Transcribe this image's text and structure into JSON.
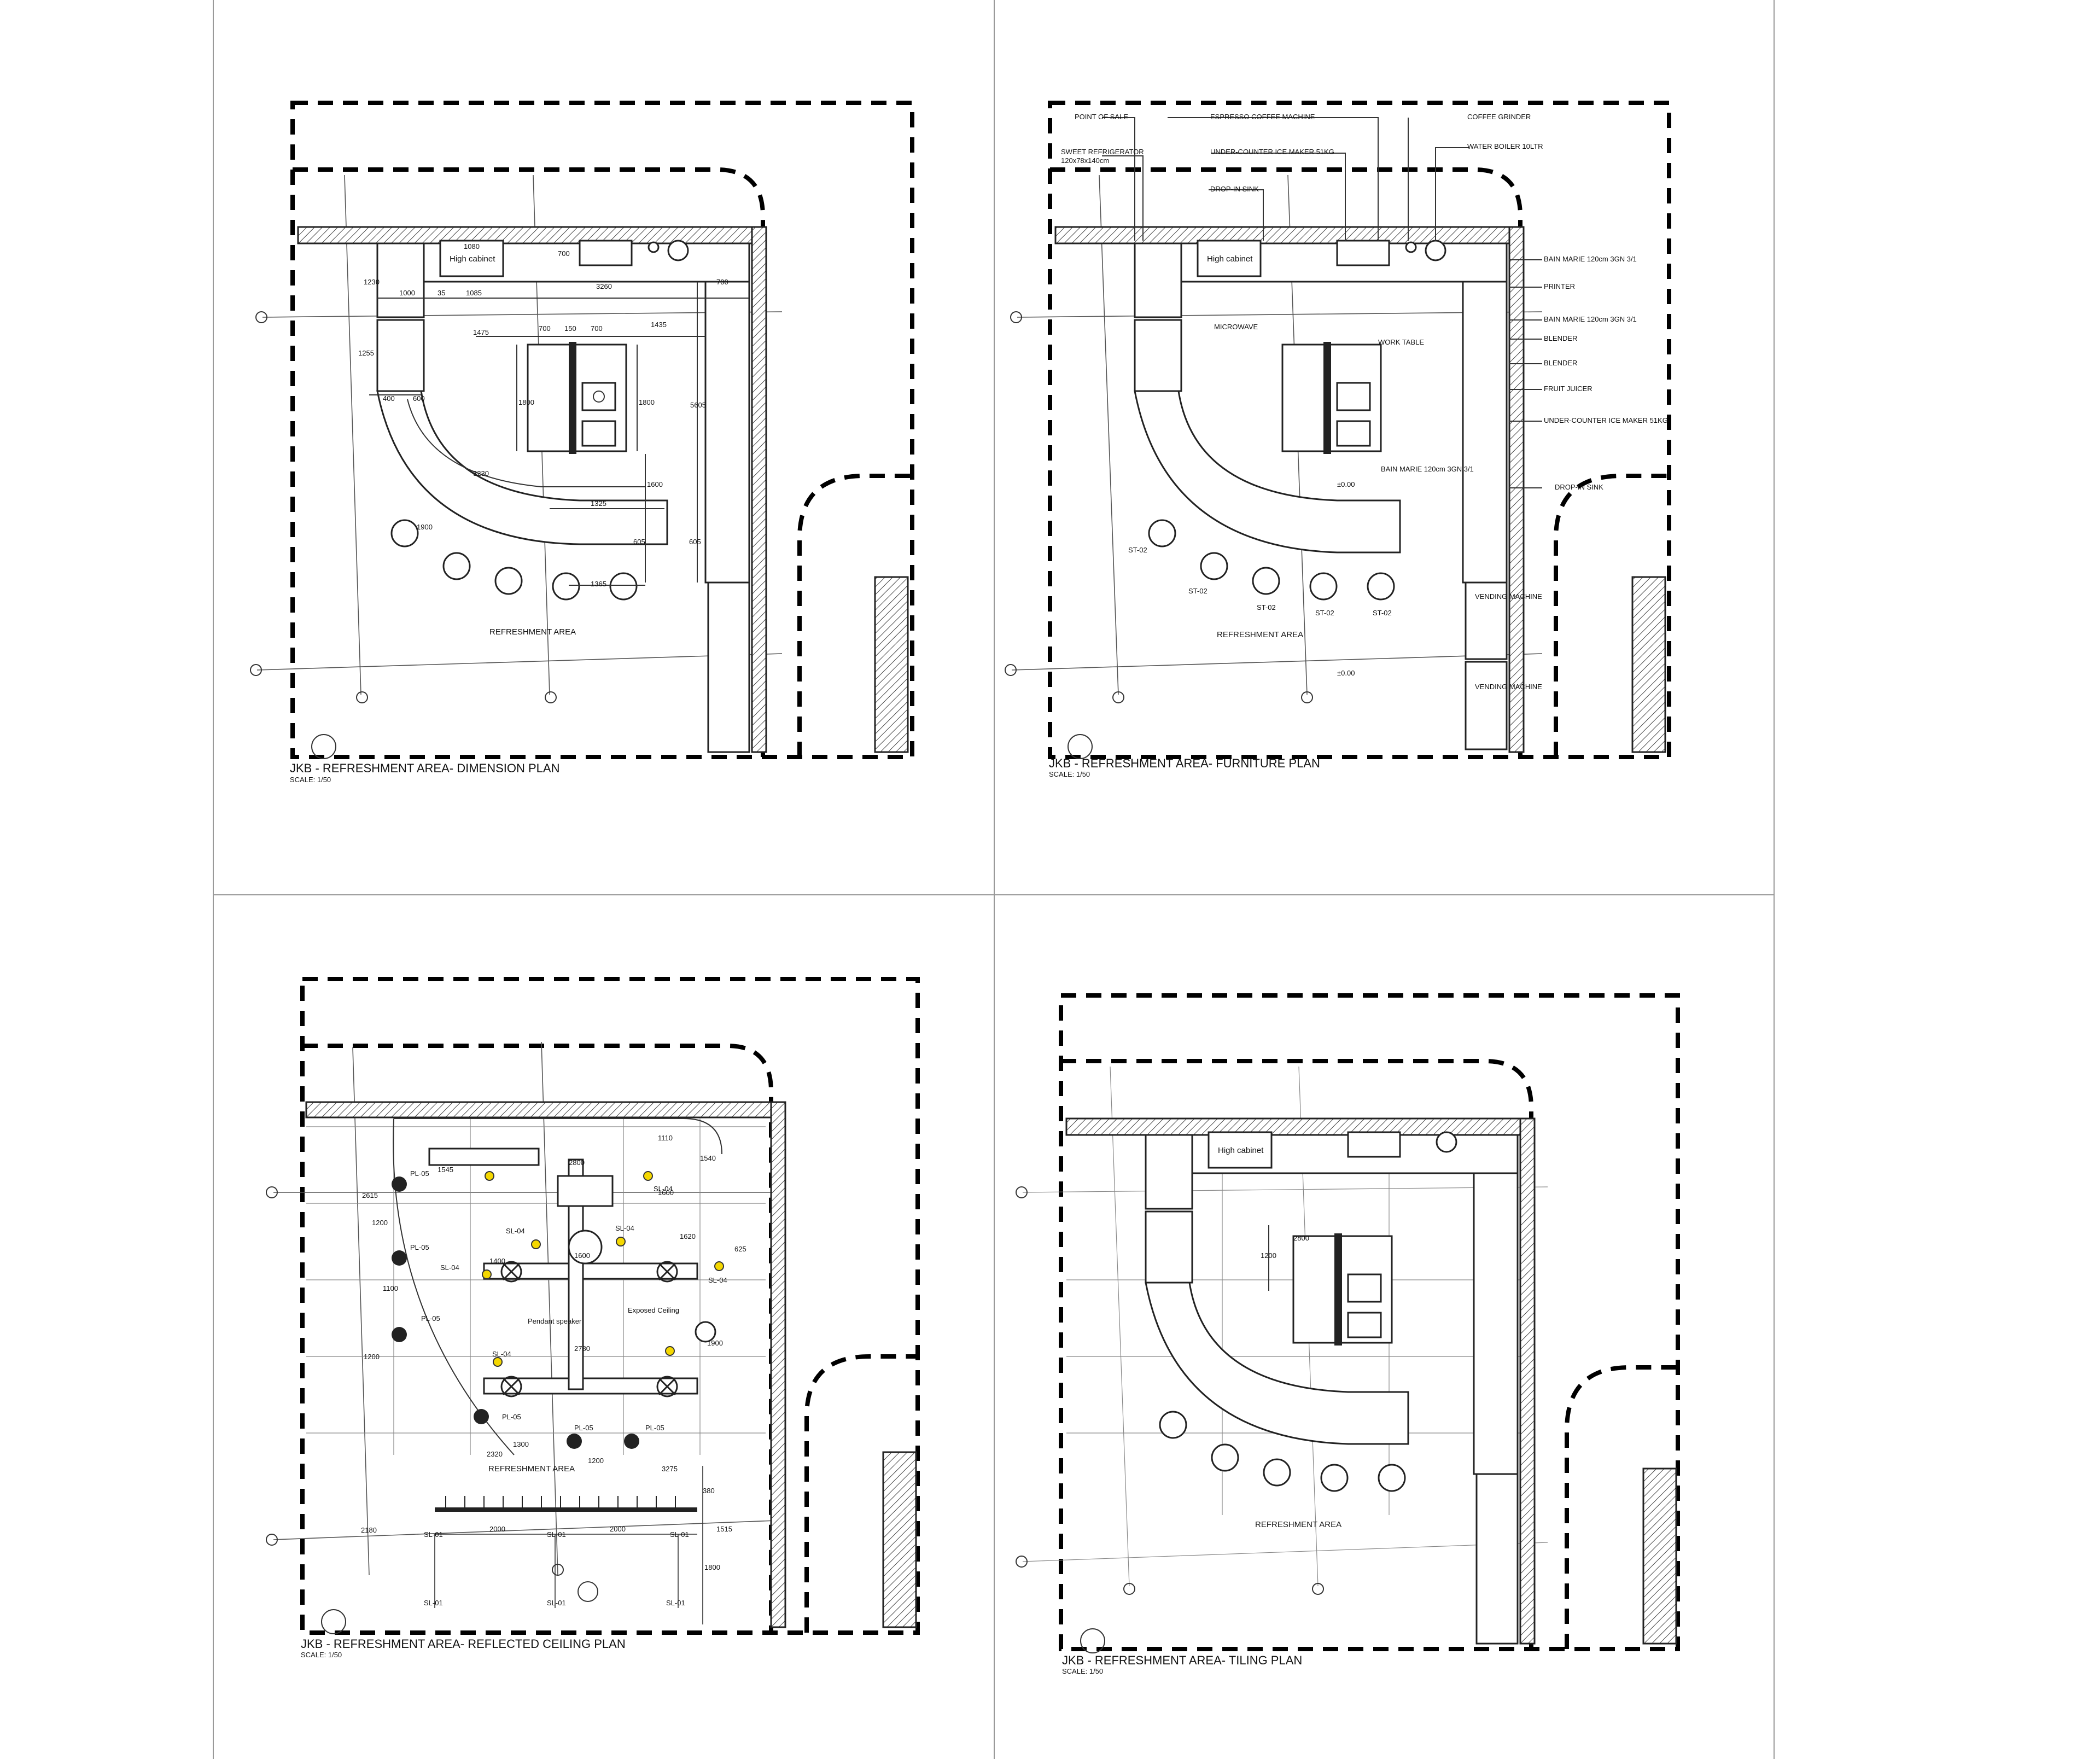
{
  "plans": {
    "dimension": {
      "title": "JKB - REFRESHMENT AREA- DIMENSION PLAN",
      "scale": "SCALE:   1/50",
      "area": "REFRESHMENT AREA",
      "high_cabinet": "High cabinet",
      "dims": [
        "1080",
        "700",
        "1230",
        "1000",
        "35",
        "1085",
        "3260",
        "700",
        "1475",
        "700",
        "150",
        "700",
        "1435",
        "1255",
        "400",
        "600",
        "1800",
        "1800",
        "5605",
        "3230",
        "1325",
        "1600",
        "605",
        "605",
        "1365",
        "1900"
      ]
    },
    "furniture": {
      "title": "JKB - REFRESHMENT AREA- FURNITURE PLAN",
      "scale": "SCALE:   1/50",
      "area": "REFRESHMENT AREA",
      "high_cabinet": "High cabinet",
      "labels": {
        "point_of_sale": "POINT OF SALE",
        "espresso": "ESPRESSO COFFEE MACHINE",
        "coffee_grinder": "COFFEE GRINDER",
        "sweet_fridge": "SWEET REFRIGERATOR",
        "sweet_fridge_size": "120x78x140cm",
        "ice_maker_top": "UNDER-COUNTER ICE MAKER 51KG",
        "water_boiler": "WATER BOILER 10LTR",
        "drop_in_sink": "DROP-IN SINK",
        "bain_marie_1": "BAIN MARIE 120cm 3GN 3/1",
        "printer": "PRINTER",
        "bain_marie_2": "BAIN MARIE 120cm 3GN 3/1",
        "blender_1": "BLENDER",
        "blender_2": "BLENDER",
        "fruit_juicer": "FRUIT JUICER",
        "ice_maker_right": "UNDER-COUNTER ICE MAKER 51KG",
        "drop_in_sink_right": "DROP-IN SINK",
        "microwave": "MICROWAVE",
        "work_table": "WORK TABLE",
        "bain_marie_3": "BAIN MARIE 120cm 3GN 3/1",
        "level_1": "±0.00",
        "level_2": "±0.00",
        "vending_1": "VENDING MACHINE",
        "vending_2": "VENDING MACHINE",
        "stool": "ST-02"
      }
    },
    "ceiling": {
      "title": "JKB - REFRESHMENT AREA- REFLECTED CEILING PLAN",
      "scale": "SCALE:   1/50",
      "area": "REFRESHMENT AREA",
      "labels": {
        "exposed_ceiling": "Exposed Ceiling",
        "pendant_speaker": "Pendant speaker",
        "pl05": "PL-05",
        "sl04": "SL-04",
        "sl01": "SL-01"
      },
      "dims": [
        "2800",
        "1545",
        "1540",
        "1110",
        "2615",
        "1200",
        "1600",
        "1400",
        "1600",
        "1620",
        "625",
        "1900",
        "2780",
        "1300",
        "2320",
        "1200",
        "3275",
        "2180",
        "2000",
        "2000",
        "1515",
        "1800",
        "1200",
        "1100",
        "380"
      ]
    },
    "tiling": {
      "title": "JKB - REFRESHMENT AREA- TILING PLAN",
      "scale": "SCALE:   1/50",
      "area": "REFRESHMENT AREA",
      "high_cabinet": "High cabinet",
      "dims": [
        "2800",
        "1200"
      ]
    }
  }
}
